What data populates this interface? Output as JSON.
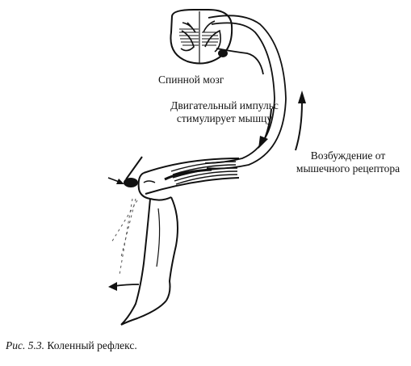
{
  "labels": {
    "spinal_cord": "Спинной мозг",
    "motor_impulse_line1": "Двигательный импульс",
    "motor_impulse_line2": "стимулирует мышцу",
    "receptor_excitation_line1": "Возбуждение от",
    "receptor_excitation_line2": "мышечного рецептора"
  },
  "caption": {
    "figure_number": "Рис. 5.3.",
    "title": "Коленный рефлекс."
  }
}
